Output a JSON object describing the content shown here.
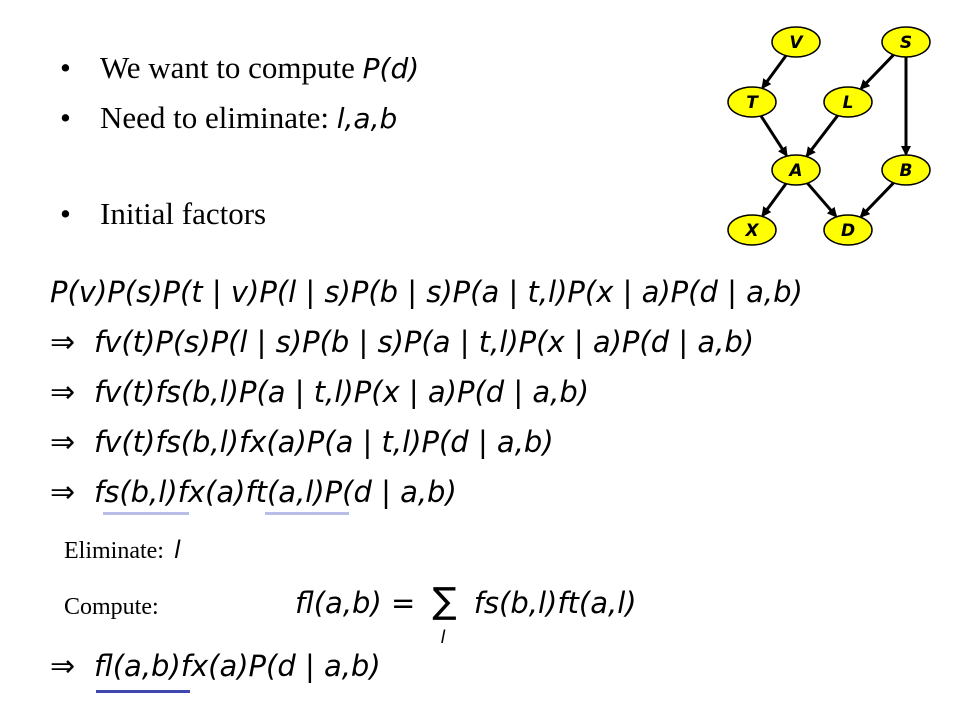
{
  "bullets": [
    {
      "text": "We want to compute",
      "var": "P(d)"
    },
    {
      "text": "Need to eliminate:",
      "var": "l,a,b"
    },
    {
      "text": "Initial factors",
      "var": ""
    }
  ],
  "graph": {
    "nodes": [
      {
        "id": "V",
        "label": "V"
      },
      {
        "id": "S",
        "label": "S"
      },
      {
        "id": "T",
        "label": "T"
      },
      {
        "id": "L",
        "label": "L"
      },
      {
        "id": "A",
        "label": "A"
      },
      {
        "id": "B",
        "label": "B"
      },
      {
        "id": "X",
        "label": "X"
      },
      {
        "id": "D",
        "label": "D"
      }
    ],
    "edges": [
      [
        "V",
        "T"
      ],
      [
        "S",
        "L"
      ],
      [
        "S",
        "B"
      ],
      [
        "T",
        "A"
      ],
      [
        "L",
        "A"
      ],
      [
        "A",
        "X"
      ],
      [
        "A",
        "D"
      ],
      [
        "B",
        "D"
      ]
    ],
    "node_fill": "#ffff00"
  },
  "equations": [
    "P(v)P(s)P(t | v)P(l | s)P(b | s)P(a | t,l)P(x | a)P(d | a,b)",
    "fv(t)P(s)P(l | s)P(b | s)P(a | t,l)P(x | a)P(d | a,b)",
    "fv(t)fs(b,l)P(a | t,l)P(x | a)P(d | a,b)",
    "fv(t)fs(b,l)fx(a)P(a | t,l)P(d | a,b)",
    "fs(b,l)fx(a)ft(a,l)P(d | a,b)"
  ],
  "implies_symbol": "⇒",
  "eliminate": {
    "label": "Eliminate:",
    "var": "l"
  },
  "compute": {
    "label": "Compute:",
    "lhs": "fl(a,b) =",
    "sum_symbol": "∑",
    "sum_index": "l",
    "rhs": "fs(b,l)ft(a,l)"
  },
  "final_equation": "fl(a,b)fx(a)P(d | a,b)"
}
